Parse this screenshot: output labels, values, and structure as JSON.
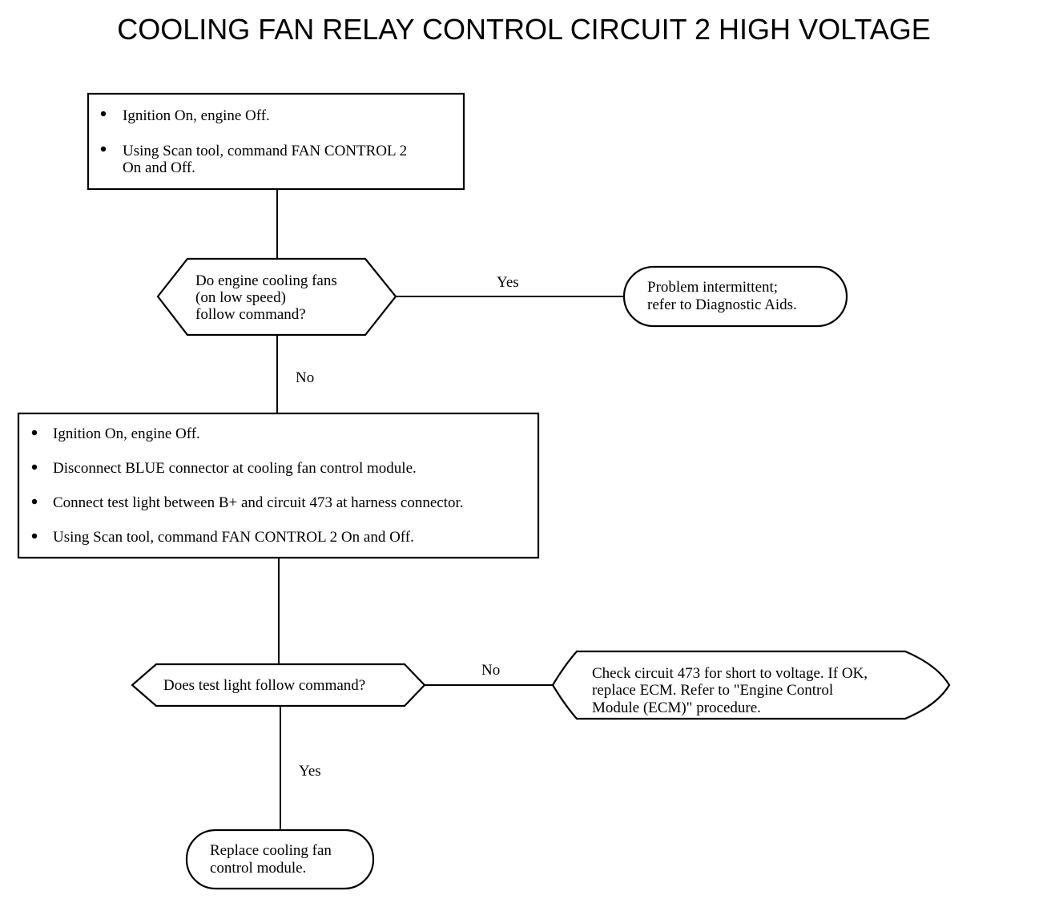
{
  "title": "COOLING FAN RELAY CONTROL CIRCUIT 2 HIGH VOLTAGE",
  "step1": {
    "bullets": [
      [
        "Ignition On, engine Off."
      ],
      [
        "Using Scan tool, command FAN CONTROL 2",
        "On and Off."
      ]
    ]
  },
  "decision1": {
    "lines": [
      "Do engine cooling fans",
      "(on low speed)",
      "follow command?"
    ],
    "yes_label": "Yes",
    "no_label": "No"
  },
  "result1": {
    "lines": [
      "Problem intermittent;",
      "refer to Diagnostic Aids."
    ]
  },
  "step2": {
    "bullets": [
      [
        "Ignition On, engine Off."
      ],
      [
        "Disconnect BLUE connector at cooling fan control module."
      ],
      [
        "Connect test light between B+ and circuit 473 at harness connector."
      ],
      [
        "Using Scan tool, command FAN CONTROL 2 On and Off."
      ]
    ]
  },
  "decision2": {
    "lines": [
      "Does test light follow command?"
    ],
    "no_label": "No",
    "yes_label": "Yes"
  },
  "result2": {
    "lines": [
      "Check circuit 473 for short to voltage. If OK,",
      "replace ECM. Refer to \"Engine Control",
      "Module (ECM)\" procedure."
    ]
  },
  "result3": {
    "lines": [
      "Replace cooling fan",
      "control module."
    ]
  }
}
